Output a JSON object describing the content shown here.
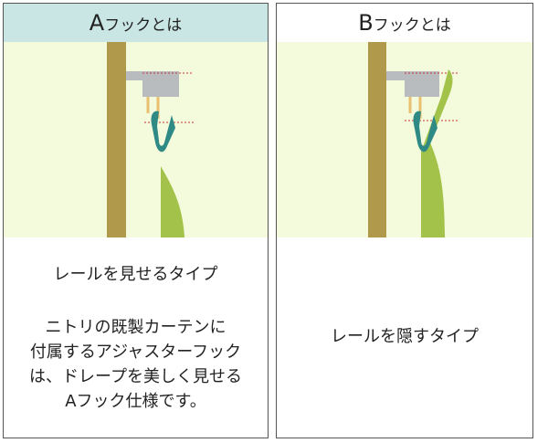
{
  "panel_a": {
    "title_letter": "A",
    "title_rest": "フックとは",
    "line1": "レールを見せるタイプ",
    "para": [
      "ニトリの既製カーテンに",
      "付属するアジャスターフック",
      "は、ドレープを美しく見せる",
      "Aフック仕様です。"
    ]
  },
  "panel_b": {
    "title_letter": "B",
    "title_rest": "フックとは",
    "line1": "レールを隠すタイプ"
  },
  "colors": {
    "header_a_bg": "#c9e6e4",
    "illustration_bg": "#f3fbdc",
    "wall": "#b0994a",
    "rail": "#b9bcbf",
    "curtain": "#a3c249",
    "hook": "#2f8a86",
    "guide_line": "#cc3333"
  }
}
